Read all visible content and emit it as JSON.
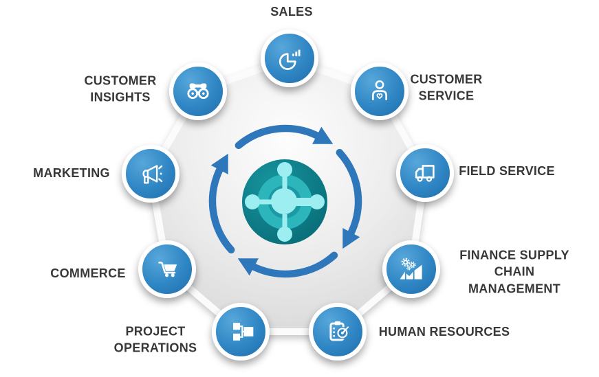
{
  "diagram": {
    "name": "Dynamics 365 modules cycle",
    "center": {
      "logo_icon": "dynamics-365-logo",
      "arrows_icon": "cycle-arrows-icon",
      "arrow_direction": "clockwise"
    },
    "colors": {
      "node_blue": "#2f86c4",
      "node_ring_white": "#ffffff",
      "arrow_blue": "#2f77bb",
      "disc_gray": "#e6e6e6",
      "label_text": "#383838",
      "logo_dark_teal": "#0b7580",
      "logo_turquoise": "#2cb6bb",
      "logo_light_cyan": "#9ceef1"
    },
    "modules": [
      {
        "label": "SALES",
        "icon": "pie-chart-bars-icon"
      },
      {
        "label": "CUSTOMER SERVICE",
        "icon": "person-heart-icon"
      },
      {
        "label": "FIELD SERVICE",
        "icon": "truck-icon"
      },
      {
        "label": "FINANCE SUPPLY CHAIN MANAGEMENT",
        "icon": "chart-gears-icon"
      },
      {
        "label": "HUMAN RESOURCES",
        "icon": "clipboard-target-icon"
      },
      {
        "label": "PROJECT OPERATIONS",
        "icon": "flowchart-boxes-icon"
      },
      {
        "label": "COMMERCE",
        "icon": "shopping-cart-icon"
      },
      {
        "label": "MARKETING",
        "icon": "megaphone-icon"
      },
      {
        "label": "CUSTOMER INSIGHTS",
        "icon": "binoculars-icon"
      }
    ]
  }
}
